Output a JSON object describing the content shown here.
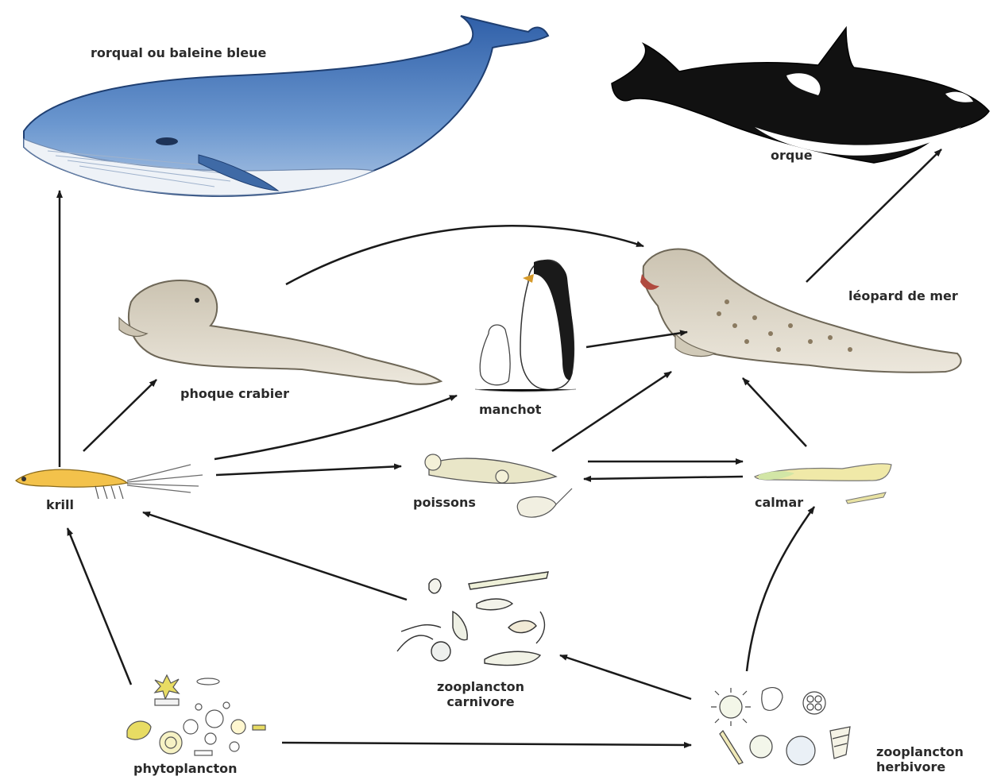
{
  "labels": {
    "whale": "rorqual ou baleine bleue",
    "orca": "orque",
    "leopard_seal": "léopard de mer",
    "crabeater_seal": "phoque crabier",
    "penguin": "manchot",
    "krill": "krill",
    "fish": "poissons",
    "squid": "calmar",
    "zoo_carnivore_line1": "zooplancton",
    "zoo_carnivore_line2": "carnivore",
    "phytoplankton": "phytoplancton",
    "zoo_herbivore_line1": "zooplancton",
    "zoo_herbivore_line2": "herbivore"
  },
  "colors": {
    "arrow": "#1a1a1a",
    "whale_body": "#4d78b8",
    "whale_belly": "#eef2f7",
    "orca_black": "#111111",
    "seal_body": "#d9d3c5",
    "krill_body": "#f3c24b",
    "plankton_yellow": "#e8dc63"
  }
}
